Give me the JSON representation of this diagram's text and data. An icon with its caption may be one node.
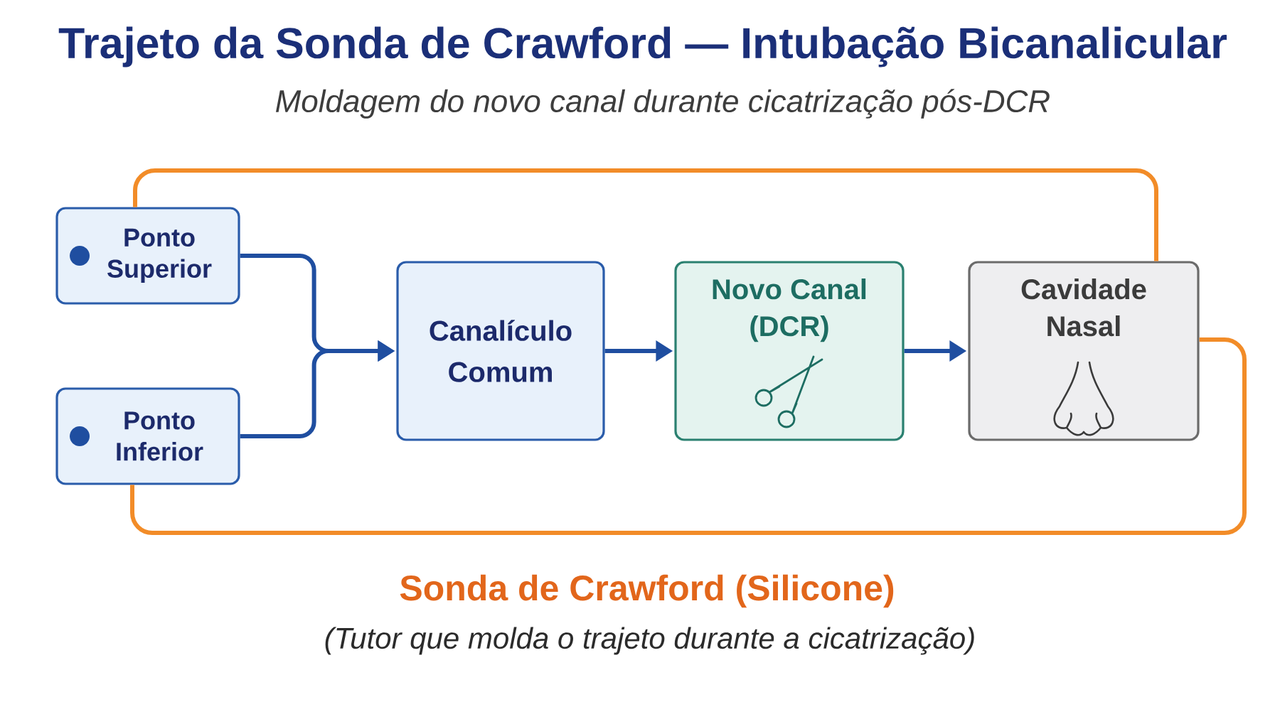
{
  "diagram": {
    "title": "Trajeto da Sonda de Crawford — Intubação Bicanalicular",
    "nodes": [
      {
        "text": [
          "Ponto Superior"
        ]
      },
      {
        "text": [
          "Ponto Inferior"
        ]
      },
      {
        "text": [
          "Canalículo Comum"
        ]
      },
      {
        "text": [
          "Novo Canal (DCR)"
        ]
      },
      {
        "text": [
          "Cavidade Nasal"
        ]
      }
    ],
    "edges": [
      {
        "from": 0,
        "to": 2,
        "arrow": "to"
      },
      {
        "from": 1,
        "to": 2,
        "arrow": "to"
      },
      {
        "from": 2,
        "to": 3,
        "arrow": "to"
      },
      {
        "from": 3,
        "to": 4,
        "arrow": "to"
      },
      {
        "from": 0,
        "to": 4,
        "arrow": "none",
        "color": "#f28c28"
      },
      {
        "from": 1,
        "to": 4,
        "arrow": "none",
        "color": "#f28c28"
      }
    ],
    "labels": [
      "Moldagem do novo canal durante cicatrização pós-DCR",
      "Sonda de Crawford (Silicone)",
      "(Tutor que molda o trajeto durante a cicatrização)"
    ]
  }
}
